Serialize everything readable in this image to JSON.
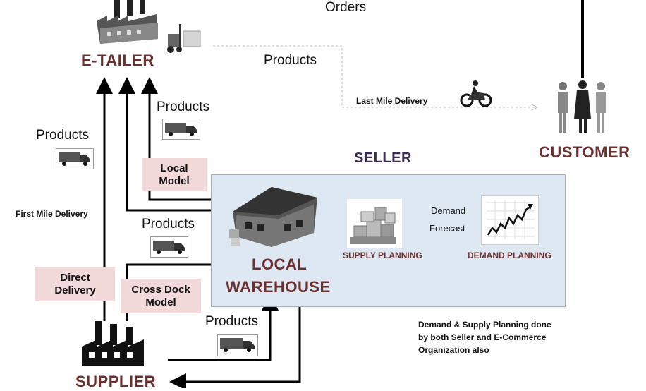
{
  "labels": {
    "orders": "Orders",
    "products_top": "Products",
    "last_mile": "Last Mile Delivery",
    "products_etailer": "Products",
    "products_left": "Products",
    "first_mile": "First Mile Delivery",
    "products_crossdock": "Products",
    "products_bottom": "Products",
    "demand": "Demand",
    "forecast": "Forecast",
    "seller": "SELLER"
  },
  "nodes": {
    "etailer": "E-TAILER",
    "customer": "CUSTOMER",
    "supplier": "SUPPLIER",
    "local_warehouse_line1": "LOCAL",
    "local_warehouse_line2": "WAREHOUSE",
    "supply_planning": "SUPPLY PLANNING",
    "demand_planning": "DEMAND PLANNING"
  },
  "boxes": {
    "local_model_line1": "Local",
    "local_model_line2": "Model",
    "direct_delivery_line1": "Direct",
    "direct_delivery_line2": "Delivery",
    "cross_dock_line1": "Cross Dock",
    "cross_dock_line2": "Model"
  },
  "note": {
    "line1": "Demand & Supply Planning done",
    "line2": "by both Seller and E-Commerce",
    "line3": "Organization also"
  },
  "icons": [
    "factory-icon",
    "forklift-icon",
    "motorcycle-icon",
    "people-icon",
    "truck-icon",
    "warehouse-icon",
    "boxes-icon",
    "chart-icon"
  ],
  "colors": {
    "title": "#6b2f2f",
    "pink": "#f2dada",
    "seller_bg": "#dde8f3"
  }
}
